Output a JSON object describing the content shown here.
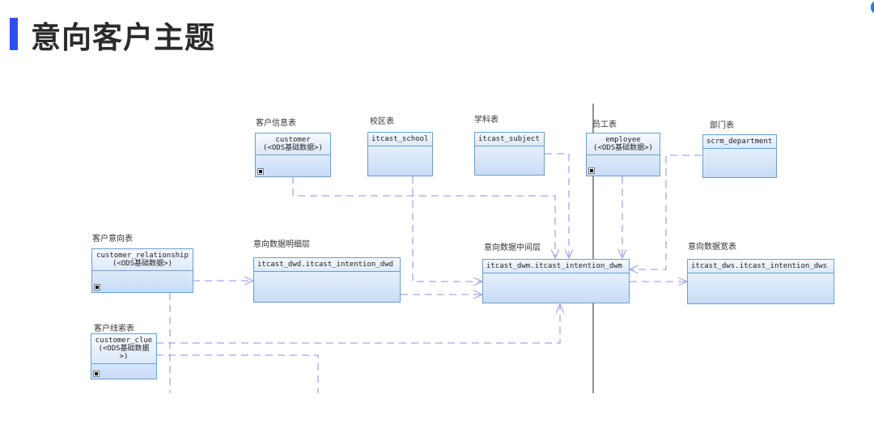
{
  "page": {
    "title": "意向客户主题",
    "accent_color": "#2f4ff0"
  },
  "tables": {
    "customer": {
      "label": "客户信息表",
      "name": "customer",
      "stereotype": "(<ODS基础数据>)"
    },
    "school": {
      "label": "校区表",
      "name": "itcast_school"
    },
    "subject": {
      "label": "学科表",
      "name": "itcast_subject"
    },
    "employee": {
      "label": "员工表",
      "name": "employee",
      "stereotype": "(<ODS基础数据>)"
    },
    "department": {
      "label": "部门表",
      "name": "scrm_department"
    },
    "relationship": {
      "label": "客户意向表",
      "name": "customer_relationship",
      "stereotype": "(<ODS基础数据>)"
    },
    "dwd": {
      "label": "意向数据明细层",
      "name": "itcast_dwd.itcast_intention_dwd"
    },
    "dwm": {
      "label": "意向数据中间层",
      "name": "itcast_dwm.itcast_intention_dwm"
    },
    "dws": {
      "label": "意向数据宽表",
      "name": "itcast_dws.itcast_intention_dws"
    },
    "clue": {
      "label": "客户线索表",
      "name": "customer_clue",
      "stereotype_line1": "(<ODS基础数据",
      "stereotype_line2": ">)"
    }
  },
  "colors": {
    "box_border": "#6a9fd0",
    "dependency_line": "#a9a4ee",
    "divider_line": "#555555"
  }
}
